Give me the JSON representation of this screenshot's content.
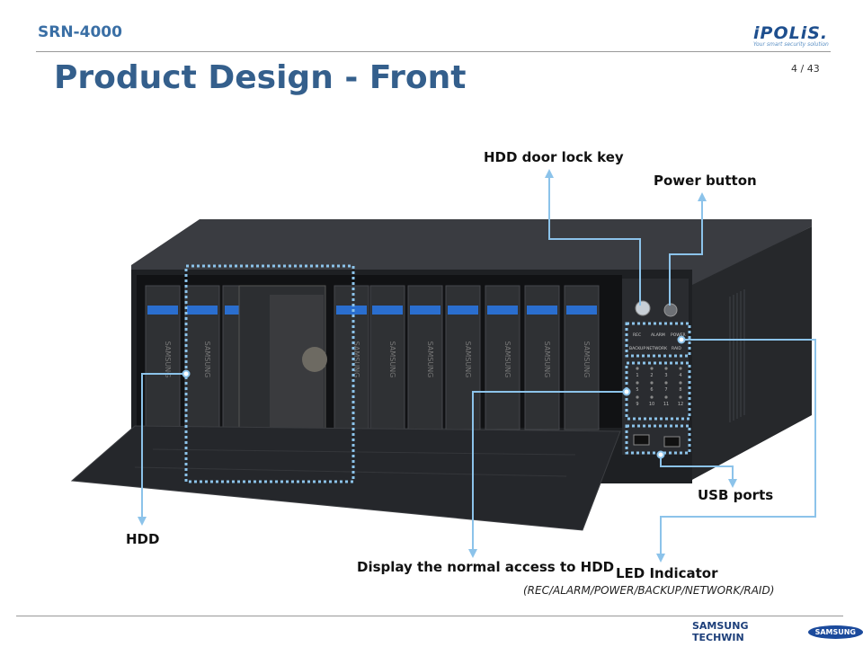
{
  "header": {
    "doc_id": "SRN-4000",
    "title": "Product Design  -  Front",
    "page_number": "4 / 43",
    "logo_word": "iPOLiS.",
    "logo_tagline": "Your smart security solution"
  },
  "callouts": {
    "hdd_door_lock_key": "HDD door lock key",
    "power_button": "Power button",
    "usb_ports": "USB ports",
    "hdd": "HDD",
    "display_access": "Display the normal access to HDD",
    "led_indicator": "LED Indicator",
    "led_indicator_detail": "(REC/ALARM/POWER/BACKUP/NETWORK/RAID)"
  },
  "panel_labels": {
    "row1": [
      "REC",
      "ALARM",
      "POWER"
    ],
    "row2": [
      "BACKUP",
      "NETWORK",
      "RAID"
    ],
    "bay_numbers": [
      "1",
      "2",
      "3",
      "4",
      "5",
      "6",
      "7",
      "8",
      "9",
      "10",
      "11",
      "12"
    ]
  },
  "drive_brand": "SAMSUNG",
  "footer": {
    "company": "SAMSUNG TECHWIN",
    "brand_badge": "SAMSUNG"
  },
  "colors": {
    "title_blue": "#345f8c",
    "callout_line": "#8cc3ea",
    "device_body": "#2b2d31",
    "drive_tab_blue": "#2a6ecf"
  }
}
